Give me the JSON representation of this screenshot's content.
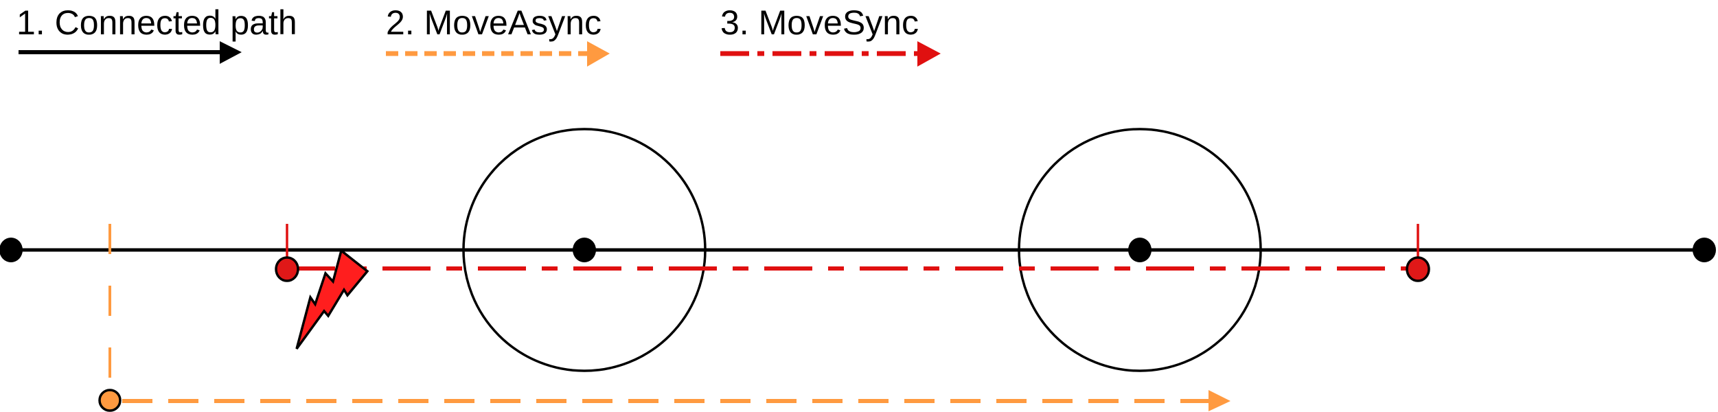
{
  "legend": [
    {
      "label": "1. Connected path",
      "style": "solid",
      "color": "#000000"
    },
    {
      "label": "2. MoveAsync",
      "style": "dashed",
      "color": "#FF9A40"
    },
    {
      "label": "3. MoveSync",
      "style": "dash-dot",
      "color": "#E01010"
    }
  ],
  "colors": {
    "path": "#000000",
    "async": "#FF9A40",
    "sync": "#E01010",
    "sync_point": "#E01818",
    "lightning": "#FF1E1E"
  },
  "icons": {
    "collision": "lightning-icon"
  }
}
